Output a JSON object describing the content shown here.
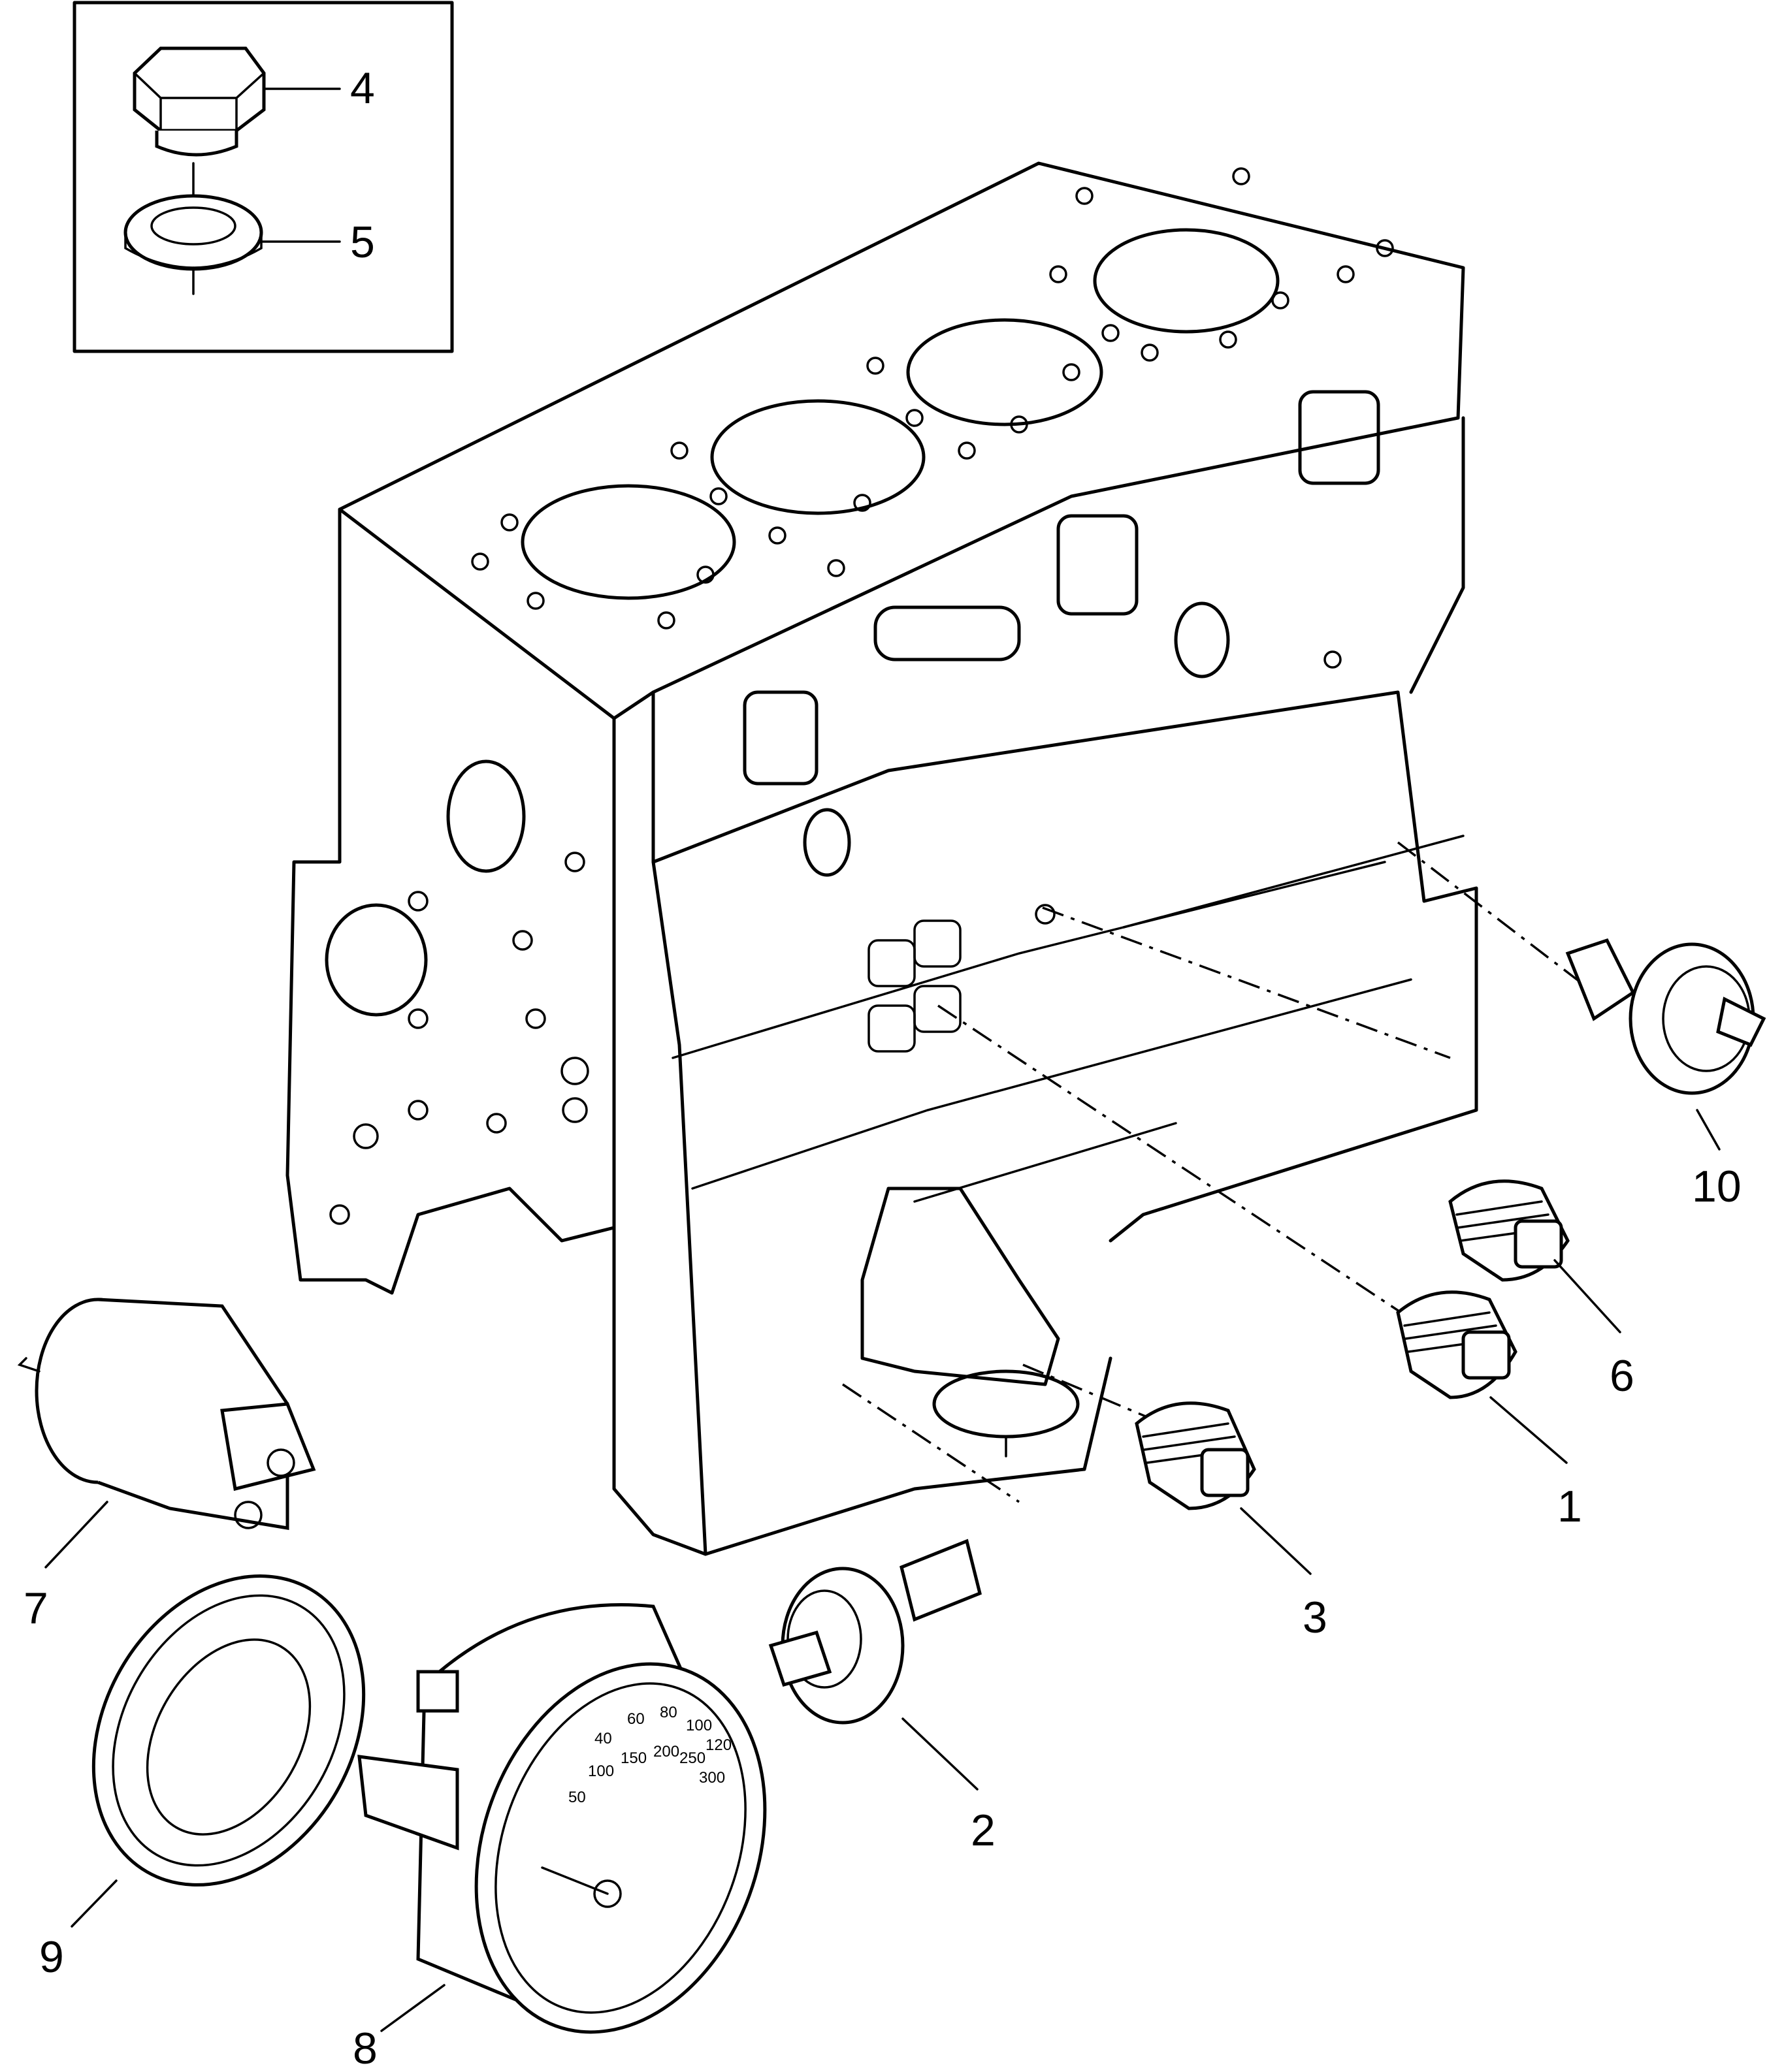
{
  "diagram": {
    "callouts": [
      {
        "id": "1",
        "text": "1"
      },
      {
        "id": "2",
        "text": "2"
      },
      {
        "id": "3",
        "text": "3"
      },
      {
        "id": "4",
        "text": "4"
      },
      {
        "id": "5",
        "text": "5"
      },
      {
        "id": "6",
        "text": "6"
      },
      {
        "id": "7",
        "text": "7"
      },
      {
        "id": "8",
        "text": "8"
      },
      {
        "id": "9",
        "text": "9"
      },
      {
        "id": "10",
        "text": "10"
      }
    ],
    "gauge_scale": {
      "ticks": [
        "40",
        "60",
        "80",
        "100",
        "120"
      ],
      "inner_ticks": [
        "50",
        "100",
        "150",
        "200",
        "250",
        "300"
      ]
    }
  }
}
